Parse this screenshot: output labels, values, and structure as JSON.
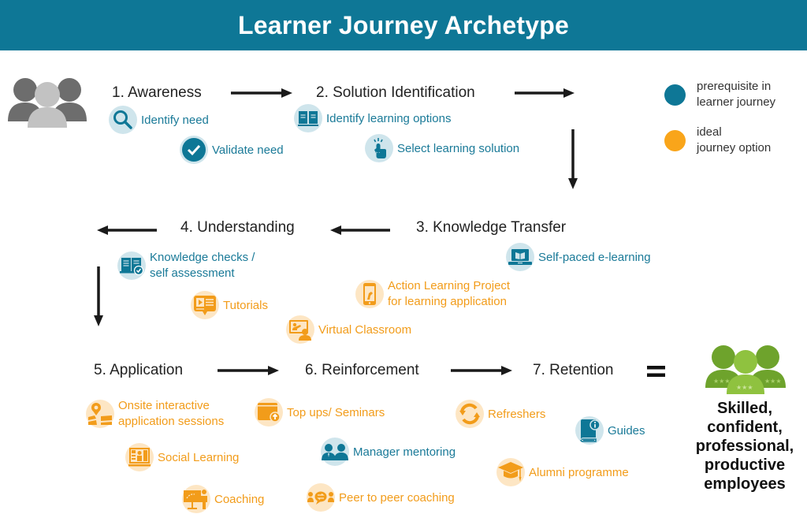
{
  "header": {
    "title": "Learner Journey Archetype"
  },
  "colors": {
    "header_bg": "#0e7796",
    "prerequisite": "#0e7796",
    "ideal_option": "#f9a51a",
    "outcome_green": "#6ea32c"
  },
  "legend": [
    {
      "label_line1": "prerequisite in",
      "label_line2": "learner journey",
      "color": "#0e7796"
    },
    {
      "label_line1": "ideal",
      "label_line2": "journey option",
      "color": "#f9a51a"
    }
  ],
  "stages": [
    {
      "label": "1. Awareness",
      "items": [
        {
          "label": "Identify need",
          "type": "prerequisite",
          "icon": "search-icon"
        },
        {
          "label": "Validate need",
          "type": "prerequisite",
          "icon": "checkmark-icon"
        }
      ]
    },
    {
      "label": "2. Solution Identification",
      "items": [
        {
          "label": "Identify learning options",
          "type": "prerequisite",
          "icon": "book-icon"
        },
        {
          "label": "Select learning solution",
          "type": "prerequisite",
          "icon": "tap-hand-icon"
        }
      ]
    },
    {
      "label": "3. Knowledge Transfer",
      "items": [
        {
          "label": "Self-paced e-learning",
          "type": "prerequisite",
          "icon": "laptop-book-icon"
        },
        {
          "label_line1": "Action Learning Project",
          "label_line2": "for learning application",
          "type": "ideal",
          "icon": "smartphone-icon"
        },
        {
          "label": "Virtual Classroom",
          "type": "ideal",
          "icon": "virtual-classroom-icon"
        }
      ]
    },
    {
      "label": "4. Understanding",
      "items": [
        {
          "label_line1": "Knowledge checks /",
          "label_line2": "self assessment",
          "type": "prerequisite",
          "icon": "book-check-icon"
        },
        {
          "label": "Tutorials",
          "type": "ideal",
          "icon": "video-tutorial-icon"
        }
      ]
    },
    {
      "label": "5. Application",
      "items": [
        {
          "label_line1": "Onsite interactive",
          "label_line2": "application sessions",
          "type": "ideal",
          "icon": "map-pin-icon"
        },
        {
          "label": "Social Learning",
          "type": "ideal",
          "icon": "social-board-icon"
        },
        {
          "label": "Coaching",
          "type": "ideal",
          "icon": "presentation-coach-icon"
        }
      ]
    },
    {
      "label": "6. Reinforcement",
      "items": [
        {
          "label": "Top ups/ Seminars",
          "type": "ideal",
          "icon": "folder-upload-icon"
        },
        {
          "label": "Manager mentoring",
          "type": "prerequisite",
          "icon": "two-people-icon"
        },
        {
          "label": "Peer to peer coaching",
          "type": "ideal",
          "icon": "peer-chat-icon"
        }
      ]
    },
    {
      "label": "7. Retention",
      "items": [
        {
          "label": "Refreshers",
          "type": "ideal",
          "icon": "refresh-icon"
        },
        {
          "label": "Guides",
          "type": "prerequisite",
          "icon": "guide-book-icon"
        },
        {
          "label": "Alumni programme",
          "type": "ideal",
          "icon": "graduation-cap-icon"
        }
      ]
    }
  ],
  "equals_symbol": "=",
  "outcome": {
    "line1": "Skilled,",
    "line2": "confident,",
    "line3": "professional,",
    "line4": "productive",
    "line5": "employees"
  }
}
